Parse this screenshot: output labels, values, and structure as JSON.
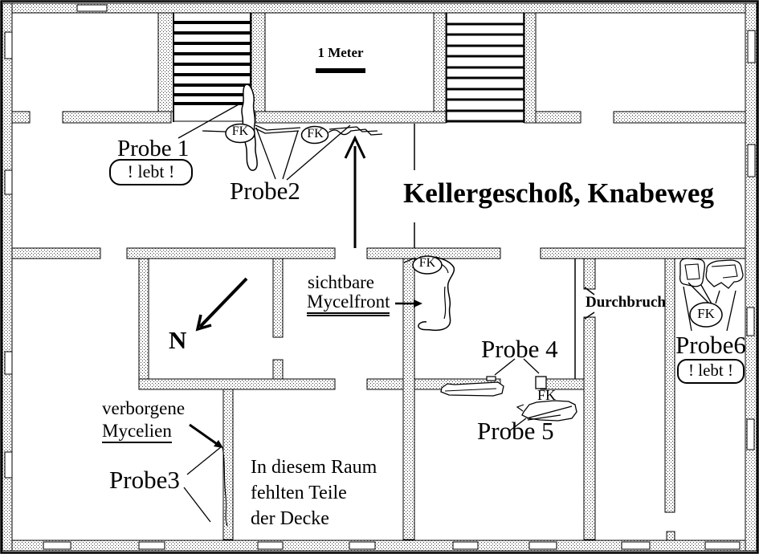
{
  "title": "Kellergeschoß, Knabeweg",
  "scale_label": "1 Meter",
  "north_label": "N",
  "fk_label": "FK",
  "probes": {
    "probe1": {
      "label": "Probe 1",
      "status": "! lebt !"
    },
    "probe2": {
      "label": "Probe2"
    },
    "probe3": {
      "label": "Probe3"
    },
    "probe4": {
      "label": "Probe 4"
    },
    "probe5": {
      "label": "Probe 5"
    },
    "probe6": {
      "label": "Probe6",
      "status": "! lebt !"
    }
  },
  "annotations": {
    "mycelfront_line1": "sichtbare",
    "mycelfront_line2": "Mycelfront",
    "hidden_line1": "verborgene",
    "hidden_line2": "Mycelien",
    "durchbruch": "Durchbruch",
    "room_note": [
      "In diesem Raum",
      "fehlten Teile",
      "der Decke"
    ]
  }
}
